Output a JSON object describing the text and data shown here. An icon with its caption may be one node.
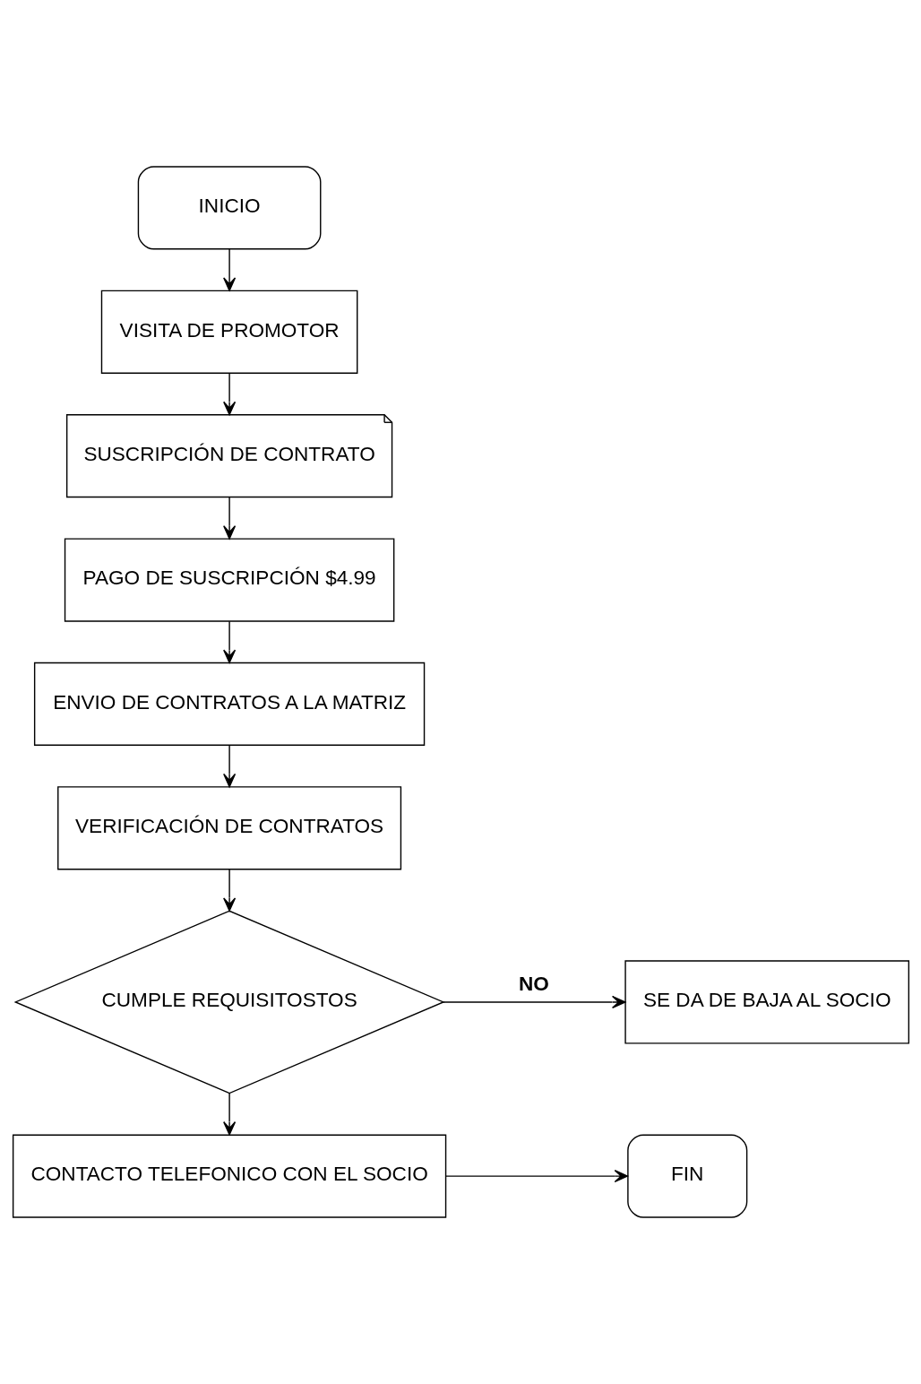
{
  "diagram": {
    "nodes": [
      {
        "text": [
          "INICIO"
        ]
      },
      {
        "text": [
          "VISITA DE PROMOTOR"
        ]
      },
      {
        "text": [
          "SUSCRIPCIÓN DE CONTRATO"
        ]
      },
      {
        "text": [
          "PAGO DE SUSCRIPCIÓN $4.99"
        ]
      },
      {
        "text": [
          "ENVIO DE CONTRATOS A LA MATRIZ"
        ]
      },
      {
        "text": [
          "VERIFICACIÓN DE CONTRATOS"
        ]
      },
      {
        "text": [
          "CUMPLE REQUISITOSTOS"
        ]
      },
      {
        "text": [
          "SE DA DE BAJA AL SOCIO"
        ]
      },
      {
        "text": [
          "CONTACTO TELEFONICO CON EL SOCIO"
        ]
      },
      {
        "text": [
          "FIN"
        ]
      }
    ],
    "edges": [
      {
        "from": 0,
        "to": 1,
        "arrow": "to"
      },
      {
        "from": 1,
        "to": 2,
        "arrow": "to"
      },
      {
        "from": 2,
        "to": 3,
        "arrow": "to"
      },
      {
        "from": 3,
        "to": 4,
        "arrow": "to"
      },
      {
        "from": 4,
        "to": 5,
        "arrow": "to"
      },
      {
        "from": 5,
        "to": 6,
        "arrow": "to"
      },
      {
        "from": 6,
        "to": 7,
        "arrow": "to",
        "label": "NO"
      },
      {
        "from": 6,
        "to": 8,
        "arrow": "to"
      },
      {
        "from": 8,
        "to": 9,
        "arrow": "to"
      }
    ]
  }
}
